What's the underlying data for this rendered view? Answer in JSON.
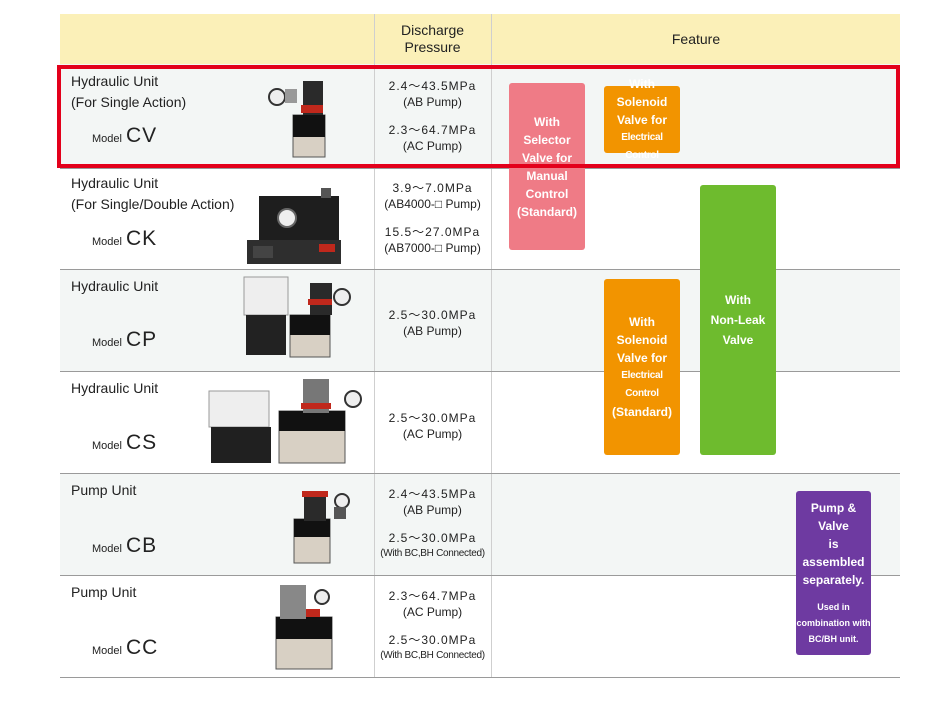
{
  "header": {
    "col_name": "",
    "col_pressure": "Discharge\nPressure",
    "col_feature": "Feature"
  },
  "rows": [
    {
      "name1": "Hydraulic Unit",
      "name2": "(For Single Action)",
      "model_label": "Model",
      "model_code": "CV",
      "p1": "2.4～43.5MPa",
      "p1s": "(AB Pump)",
      "p2": "2.3～64.7MPa",
      "p2s": "(AC Pump)"
    },
    {
      "name1": "Hydraulic Unit",
      "name2": "(For Single/Double Action)",
      "model_label": "Model",
      "model_code": "CK",
      "p1": "3.9～7.0MPa",
      "p1s": "(AB4000-□ Pump)",
      "p2": "15.5～27.0MPa",
      "p2s": "(AB7000-□ Pump)"
    },
    {
      "name1": "Hydraulic Unit",
      "model_label": "Model",
      "model_code": "CP",
      "p1": "2.5～30.0MPa",
      "p1s": "(AB Pump)"
    },
    {
      "name1": "Hydraulic Unit",
      "model_label": "Model",
      "model_code": "CS",
      "p1": "2.5～30.0MPa",
      "p1s": "(AC Pump)"
    },
    {
      "name1": "Pump Unit",
      "model_label": "Model",
      "model_code": "CB",
      "p1": "2.4～43.5MPa",
      "p1s": "(AB Pump)",
      "p2": "2.5～30.0MPa",
      "p2s": "(With BC,BH Connected)"
    },
    {
      "name1": "Pump Unit",
      "model_label": "Model",
      "model_code": "CC",
      "p1": "2.3～64.7MPa",
      "p1s": "(AC Pump)",
      "p2": "2.5～30.0MPa",
      "p2s": "(With BC,BH Connected)"
    }
  ],
  "features": {
    "selector": {
      "l1": "With Selector",
      "l2": "Valve for",
      "l3": "Manual",
      "l4": "Control",
      "l5": "(Standard)",
      "color": "#ef7b86"
    },
    "solenoid_cv": {
      "l1": "With Solenoid",
      "l2": "Valve for",
      "l3": "Electrical Control",
      "color": "#f29400"
    },
    "solenoid_std": {
      "l1": "With Solenoid",
      "l2": "Valve for",
      "l3": "Electrical Control",
      "l4": "(Standard)",
      "color": "#f29400"
    },
    "nonleak": {
      "l1": "With",
      "l2": "Non-Leak",
      "l3": "Valve",
      "color": "#6ebb2e"
    },
    "assembled": {
      "l1": "Pump & Valve",
      "l2": "is assembled",
      "l3": "separately.",
      "s1": "Used in",
      "s2": "combination with",
      "s3": "BC/BH unit.",
      "color": "#6e3aa1"
    }
  },
  "highlight_color": "#e3001b",
  "header_bg": "#fbf0b8"
}
